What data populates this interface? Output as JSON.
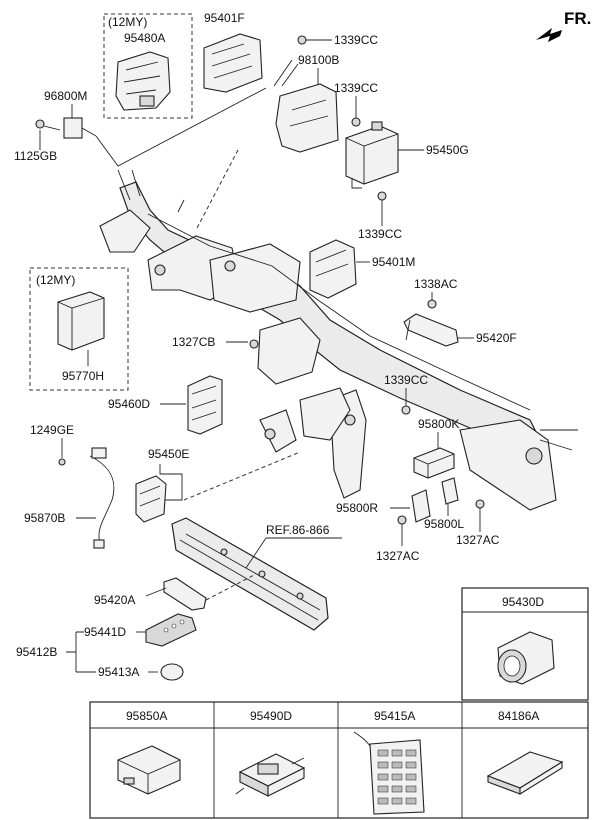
{
  "direction": "FR.",
  "notes": {
    "my12_a": "(12MY)",
    "my12_b": "(12MY)",
    "ref": "REF.86-866"
  },
  "labels": {
    "p95480A": "95480A",
    "p95401F": "95401F",
    "p1339CC_a": "1339CC",
    "p98100B": "98100B",
    "p1339CC_b": "1339CC",
    "p96800M": "96800M",
    "p1125GB": "1125GB",
    "p95450G": "95450G",
    "p1339CC_c": "1339CC",
    "p95401M": "95401M",
    "p1338AC": "1338AC",
    "p95420F": "95420F",
    "p95770H": "95770H",
    "p1327CB": "1327CB",
    "p95460D": "95460D",
    "p1339CC_d": "1339CC",
    "p95800K": "95800K",
    "p1249GE": "1249GE",
    "p95450E": "95450E",
    "p95870B": "95870B",
    "p95800R": "95800R",
    "p95800L": "95800L",
    "p1327AC_a": "1327AC",
    "p1327AC_b": "1327AC",
    "p95420A": "95420A",
    "p95441D": "95441D",
    "p95412B": "95412B",
    "p95413A": "95413A",
    "p95430D": "95430D",
    "p95850A": "95850A",
    "p95490D": "95490D",
    "p95415A": "95415A",
    "p84186A": "84186A"
  },
  "icons": {
    "direction": "arrow-icon"
  }
}
